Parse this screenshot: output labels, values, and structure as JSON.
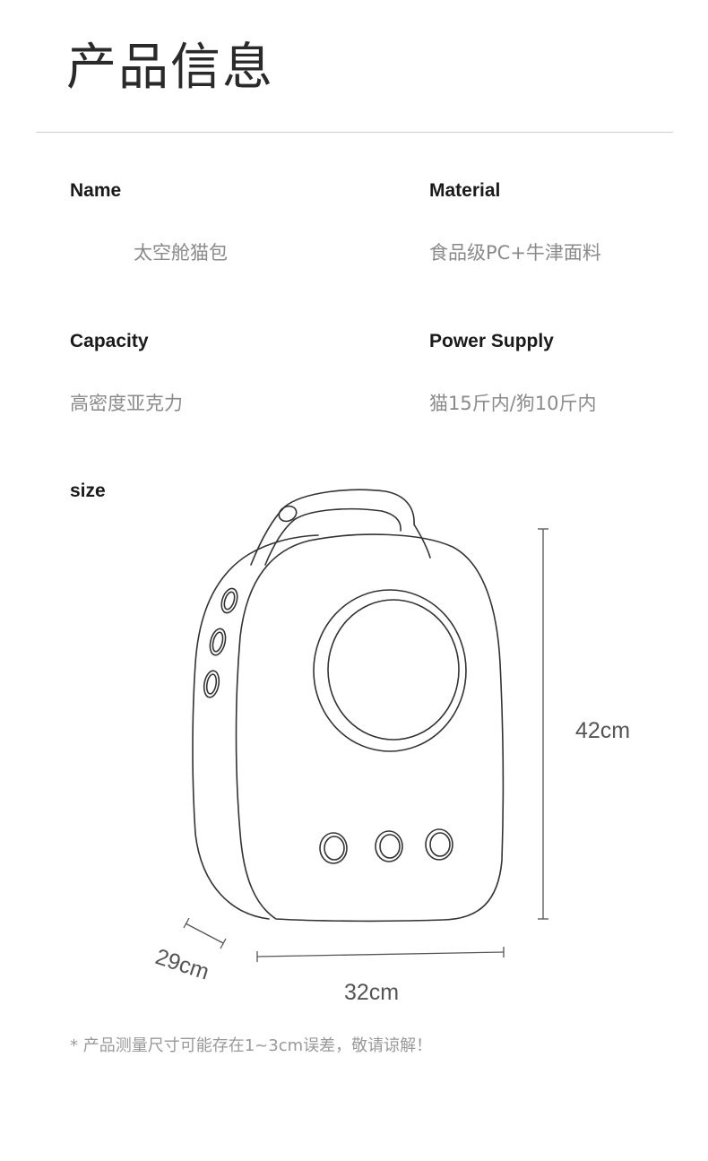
{
  "header": {
    "title": "产品信息"
  },
  "specs": {
    "name": {
      "label": "Name",
      "value": "太空舱猫包"
    },
    "material": {
      "label": "Material",
      "value": "食品级PC+牛津面料"
    },
    "capacity": {
      "label": "Capacity",
      "value": "高密度亚克力"
    },
    "power_supply": {
      "label": "Power Supply",
      "value": "猫15斤内/狗10斤内"
    }
  },
  "size": {
    "label": "size",
    "height": "42cm",
    "width": "32cm",
    "depth": "29cm"
  },
  "footnote": "* 产品测量尺寸可能存在1~3cm误差，敬请谅解！",
  "colors": {
    "text_dark": "#1a1a1a",
    "text_muted": "#8a8a8a",
    "line": "#333333"
  }
}
